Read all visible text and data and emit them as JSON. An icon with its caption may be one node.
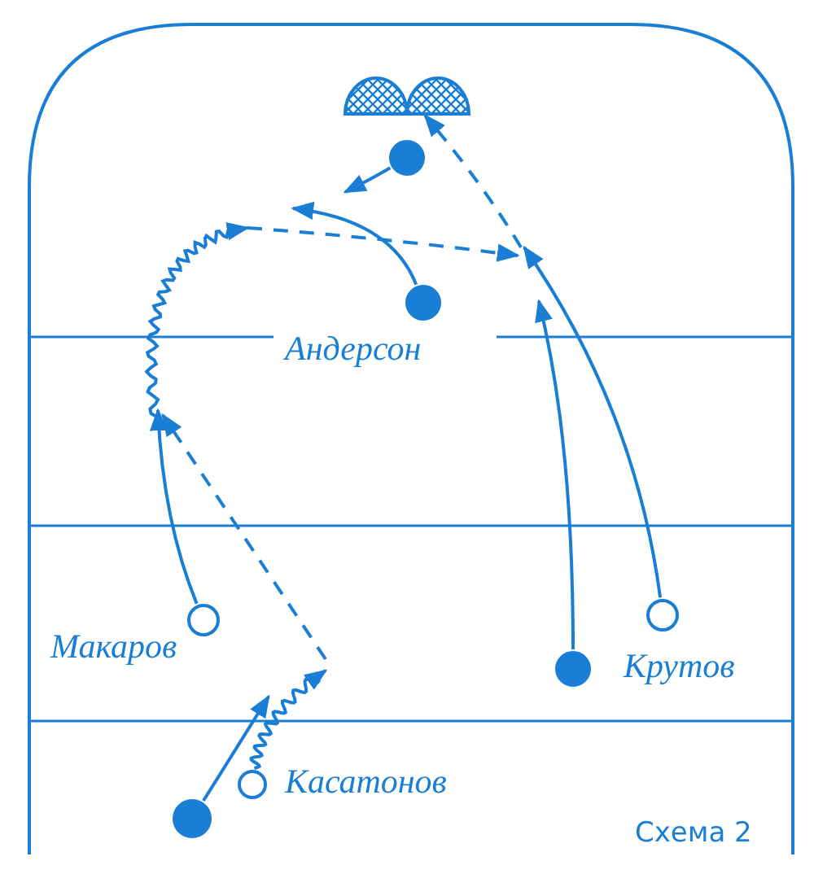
{
  "diagram": {
    "caption": "Схема 2",
    "nodes": [
      {
        "text": [],
        "shape": "picture"
      },
      {
        "text": [],
        "shape": "circle"
      },
      {
        "text": [],
        "shape": "circle",
        "beside": [
          "Андерсон"
        ]
      },
      {
        "text": [],
        "shape": "circle",
        "beside": [
          "Макаров"
        ]
      },
      {
        "text": [],
        "shape": "circle"
      },
      {
        "text": [],
        "shape": "circle",
        "beside": [
          "Крутов"
        ]
      },
      {
        "text": [],
        "shape": "circle",
        "beside": [
          "Касатонов"
        ]
      },
      {
        "text": [],
        "shape": "circle"
      }
    ],
    "edges": [
      {
        "from": 1,
        "to": null,
        "arrow": "to"
      },
      {
        "from": 2,
        "to": null,
        "arrow": "to"
      },
      {
        "from": 3,
        "to": null,
        "arrow": "to"
      },
      {
        "from": 4,
        "to": null,
        "arrow": "to"
      },
      {
        "from": 5,
        "to": null,
        "arrow": "to"
      },
      {
        "from": 6,
        "to": null,
        "arrow": "to"
      },
      {
        "from": 7,
        "to": null,
        "arrow": "to"
      },
      {
        "from": null,
        "to": 0,
        "arrow": "to",
        "style": "dashed"
      }
    ]
  }
}
